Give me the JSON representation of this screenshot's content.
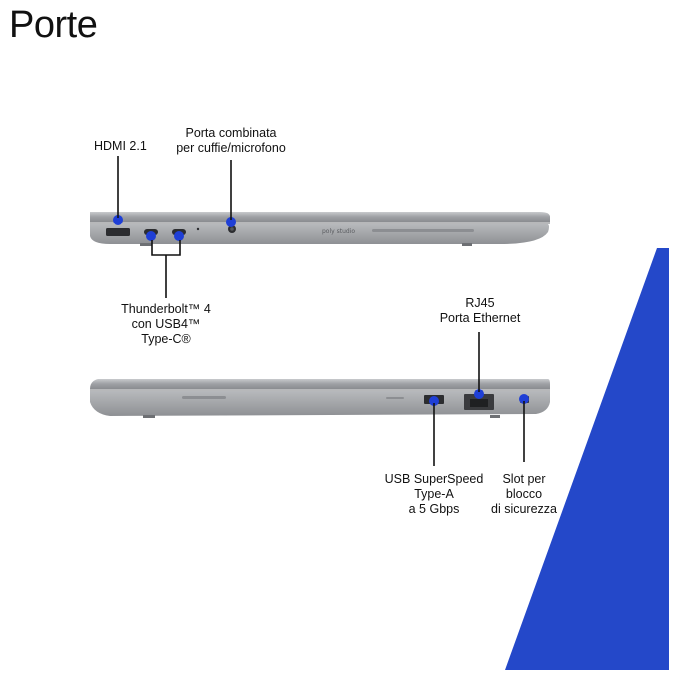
{
  "title": "Porte",
  "colors": {
    "accent": "#2448c9",
    "marker": "#1f3fd6",
    "chassis": "#a9abae",
    "chassis_dark": "#7d7f83",
    "leader": "#111111"
  },
  "brand_text": "poly studio",
  "callouts": {
    "hdmi": {
      "line1": "HDMI 2.1"
    },
    "audio": {
      "line1": "Porta combinata",
      "line2": "per cuffie/microfono"
    },
    "thunderbolt": {
      "line1": "Thunderbolt™ 4",
      "line2": "con USB4™",
      "line3": "Type-C®"
    },
    "rj45": {
      "line1": "RJ45",
      "line2": "Porta Ethernet"
    },
    "usb": {
      "line1": "USB SuperSpeed",
      "line2": "Type-A",
      "line3": "a 5 Gbps"
    },
    "lock": {
      "line1": "Slot per",
      "line2": "blocco",
      "line3": "di sicurezza"
    }
  }
}
